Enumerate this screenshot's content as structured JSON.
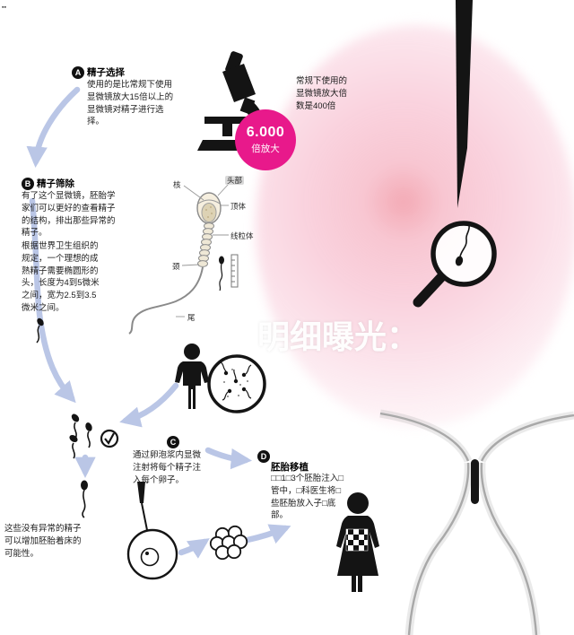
{
  "watermark": "明细曝光：",
  "corner_marks": "▪▪",
  "badge": {
    "value": "6.000",
    "unit": "倍放大",
    "color": "#e8198b"
  },
  "note_right": "常规下使用的显微镜放大倍数是400倍",
  "steps": {
    "a": {
      "letter": "A",
      "title": "精子选择",
      "body": "使用的是比常规下使用显微镜放大15倍以上的显微镜对精子进行选择。"
    },
    "b": {
      "letter": "B",
      "title": "精子筛除",
      "body": "有了这个显微镜，胚胎学家们可以更好的查看精子的结构，排出那些异常的精子。",
      "body2": "根据世界卫生组织的规定，一个理想的成熟精子需要椭圆形的头，长度为4到5微米之间，宽为2.5到3.5微米之间。"
    },
    "c": {
      "letter": "C",
      "body": "通过卵泡浆内显微注射将每个精子注入每个卵子。"
    },
    "d": {
      "letter": "D",
      "title": "胚胎移植",
      "body": "□□1□3个胚胎注入□管中，□科医生将□些胚胎放入子□底部。"
    }
  },
  "sperm_diagram": {
    "nucleus": "核",
    "head": "头部",
    "acrosome": "顶体",
    "mitochondria": "线粒体",
    "neck": "颈",
    "tail": "尾"
  },
  "note_bottom": "这些没有异常的精子可以增加胚胎着床的可能性。",
  "colors": {
    "arrow": "#bac6e6",
    "badge_pink": "#e8198b",
    "blob_pink": "#f8ccd8"
  }
}
